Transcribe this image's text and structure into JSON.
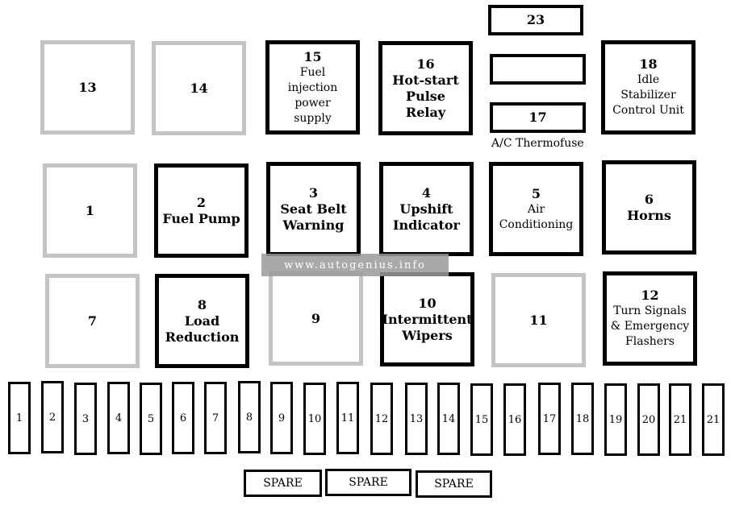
{
  "relays": {
    "r23": {
      "num": "23"
    },
    "blank": {
      "num": ""
    },
    "r13": {
      "num": "13"
    },
    "r14": {
      "num": "14"
    },
    "r15": {
      "num": "15",
      "lines": [
        "Fuel",
        "injection",
        "power",
        "supply"
      ]
    },
    "r16": {
      "num": "16",
      "lines": [
        "Hot-start",
        "Pulse",
        "Relay"
      ]
    },
    "r17": {
      "num": "17"
    },
    "r18": {
      "num": "18",
      "lines": [
        "Idle",
        "Stabilizer",
        "Control Unit"
      ]
    },
    "r1": {
      "num": "1"
    },
    "r2": {
      "num": "2",
      "lines": [
        "Fuel Pump"
      ]
    },
    "r3": {
      "num": "3",
      "lines": [
        "Seat Belt",
        "Warning"
      ]
    },
    "r4": {
      "num": "4",
      "lines": [
        "Upshift",
        "Indicator"
      ]
    },
    "r5": {
      "num": "5",
      "lines": [
        "Air",
        "Conditioning"
      ]
    },
    "r6": {
      "num": "6",
      "lines": [
        "Horns"
      ]
    },
    "r7": {
      "num": "7"
    },
    "r8": {
      "num": "8",
      "lines": [
        "Load",
        "Reduction"
      ]
    },
    "r9": {
      "num": "9"
    },
    "r10": {
      "num": "10",
      "lines": [
        "Intermittent",
        "Wipers"
      ]
    },
    "r11": {
      "num": "11"
    },
    "r12": {
      "num": "12",
      "lines": [
        "Turn Signals",
        "& Emergency",
        "Flashers"
      ]
    }
  },
  "captions": {
    "thermofuse": "A/C Thermofuse"
  },
  "fuses": [
    "1",
    "2",
    "3",
    "4",
    "5",
    "6",
    "7",
    "8",
    "9",
    "10",
    "11",
    "12",
    "13",
    "14",
    "15",
    "16",
    "17",
    "18",
    "19",
    "20",
    "21",
    "21"
  ],
  "spares": [
    "SPARE",
    "SPARE",
    "SPARE"
  ],
  "watermark": "www.autogenius.info",
  "colors": {
    "occupied_border": "#000000",
    "empty_border": "#c4c4c4",
    "watermark_bg": "#9b9b9b"
  }
}
